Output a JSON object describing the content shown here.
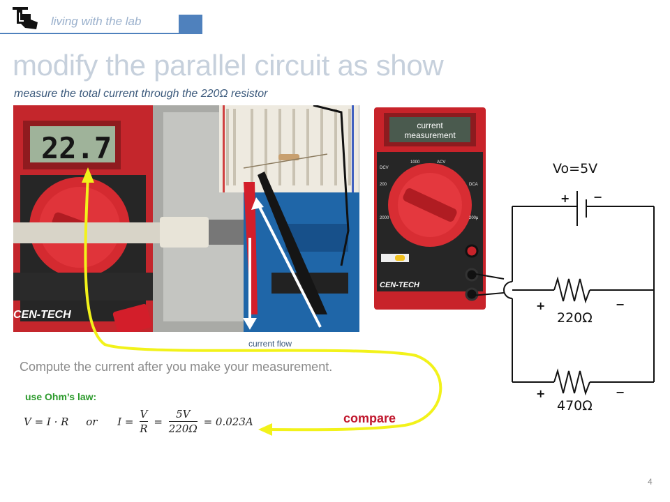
{
  "header": {
    "tagline": "living with the lab"
  },
  "slide": {
    "title": "modify the parallel circuit as show",
    "subtitle": "measure the total current through the 220Ω resistor",
    "photo_caption": "current flow",
    "photo_meter_reading": "22.7",
    "meter_display": {
      "line1": "current",
      "line2": "measurement"
    },
    "meter_brand": "CEN-TECH",
    "compute_text": "Compute the current after you make your measurement.",
    "ohms_label": "use Ohm’s law:",
    "formula": {
      "lhs": "V = I · R",
      "or": "or",
      "i_eq": "I =",
      "v": "V",
      "r": "R",
      "eq1": "=",
      "num": "5V",
      "den": "220Ω",
      "result": "= 0.023A"
    },
    "compare": "compare",
    "page_number": "4"
  },
  "schematic": {
    "source": "Vo=5V",
    "r1": "220Ω",
    "r2": "470Ω",
    "plus": "+",
    "minus": "−"
  },
  "colors": {
    "accent": "#4f81bd",
    "title": "#c6d0dc",
    "ohm_label": "#2b9a2b",
    "compare": "#c0162c",
    "arrow": "#f2f21a"
  }
}
